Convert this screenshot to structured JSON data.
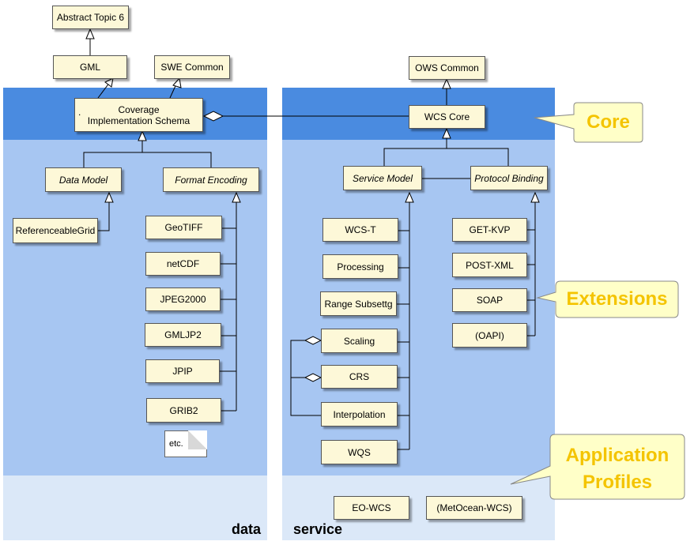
{
  "top": {
    "abstract_topic": "Abstract Topic 6",
    "gml": "GML",
    "swe_common": "SWE Common",
    "ows_common": "OWS Common"
  },
  "data_panel": {
    "label": "data",
    "coverage_schema_line1": "Coverage",
    "coverage_schema_line2": "Implementation Schema",
    "coverage_schema_dot": ".",
    "data_model": "Data Model",
    "format_encoding": "Format Encoding",
    "referenceable_grid": "ReferenceableGrid",
    "formats": [
      "GeoTIFF",
      "netCDF",
      "JPEG2000",
      "GMLJP2",
      "JPIP",
      "GRIB2"
    ],
    "etc_note": "etc."
  },
  "service_panel": {
    "label": "service",
    "wcs_core": "WCS Core",
    "service_model": "Service Model",
    "protocol_binding": "Protocol Binding",
    "service_extensions": [
      "WCS-T",
      "Processing",
      "Range Subsettg",
      "Scaling",
      "CRS",
      "Interpolation",
      "WQS"
    ],
    "protocol_extensions": [
      "GET-KVP",
      "POST-XML",
      "SOAP",
      "(OAPI)"
    ],
    "profiles": [
      "EO-WCS",
      "(MetOcean-WCS)"
    ]
  },
  "callouts": {
    "core": "Core",
    "extensions": "Extensions",
    "application_profiles_line1": "Application",
    "application_profiles_line2": "Profiles"
  },
  "colors": {
    "core_band": "#4a8be0",
    "extension_band": "#a7c6f2",
    "profile_band": "#dbe8f8",
    "class_fill": "#fdf8d8",
    "callout_fill": "#ffffc8",
    "callout_text": "#f4c400"
  }
}
